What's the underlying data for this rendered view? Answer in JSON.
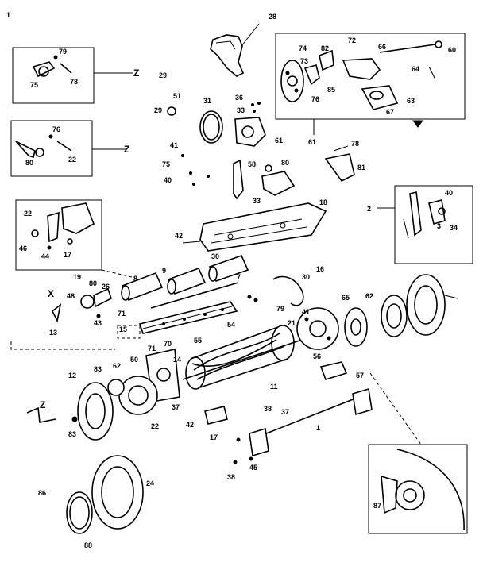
{
  "labels": [
    "28",
    "29",
    "72",
    "82",
    "74",
    "73",
    "76",
    "85",
    "66",
    "63",
    "64",
    "67",
    "61",
    "78",
    "81",
    "79",
    "75",
    "78",
    "Z",
    "76",
    "80",
    "22",
    "Z",
    "51",
    "31",
    "29",
    "36",
    "33",
    "61",
    "41",
    "75",
    "40",
    "58",
    "80",
    "33",
    "18",
    "2",
    "40",
    "34",
    "3",
    "22",
    "46",
    "44",
    "17",
    "42",
    "30",
    "16",
    "8",
    "9",
    "7",
    "30",
    "79",
    "X",
    "19",
    "80",
    "26",
    "13",
    "48",
    "43",
    "71",
    "15",
    "54",
    "55",
    "21",
    "41",
    "65",
    "62",
    "56",
    "57",
    "11",
    "12",
    "83",
    "62",
    "50",
    "71",
    "70",
    "14",
    "37",
    "42",
    "22",
    "17",
    "Z",
    "83",
    "38",
    "37",
    "1",
    "38",
    "45",
    "60",
    "86",
    "24",
    "87",
    "88"
  ]
}
